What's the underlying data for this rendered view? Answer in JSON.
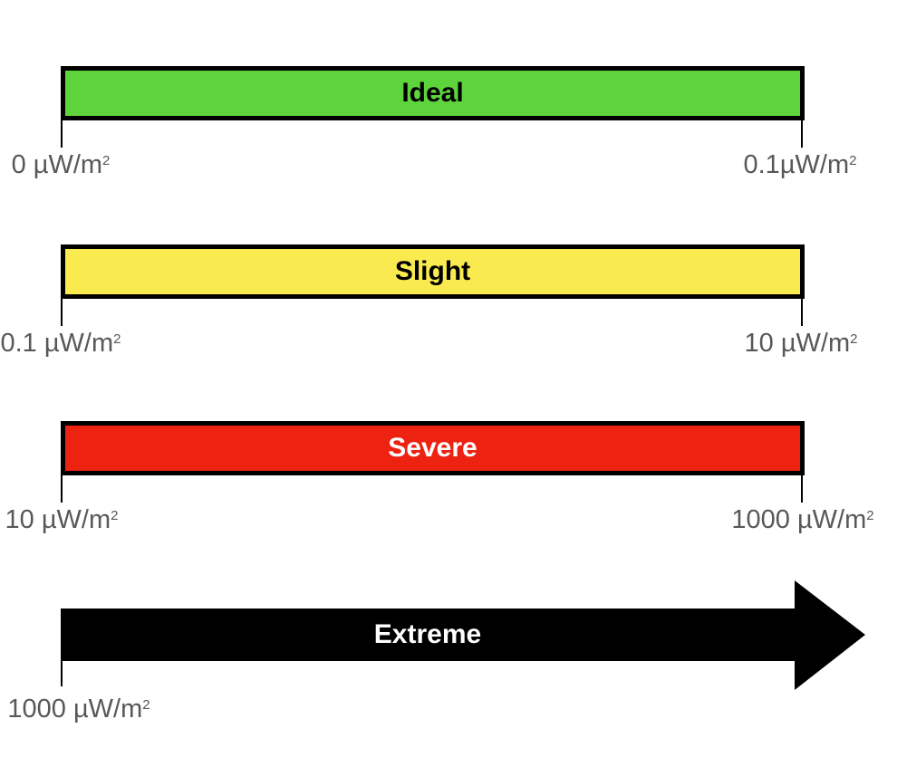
{
  "chart_data": {
    "type": "range-bands",
    "title": "",
    "unit": "µW/m²",
    "legend_position": "none",
    "grid": false,
    "bands": [
      {
        "label": "Ideal",
        "min": 0,
        "max": 0.1,
        "min_label": "0 µW/m²",
        "max_label": "0.1µW/m²",
        "color": "#5ed43c",
        "label_color": "#000000",
        "border_color": "#000000",
        "shape": "rectangle"
      },
      {
        "label": "Slight",
        "min": 0.1,
        "max": 10,
        "min_label": "0.1 µW/m²",
        "max_label": "10 µW/m²",
        "color": "#f9eb4f",
        "label_color": "#000000",
        "border_color": "#000000",
        "shape": "rectangle"
      },
      {
        "label": "Severe",
        "min": 10,
        "max": 1000,
        "min_label": "10 µW/m²",
        "max_label": "1000 µW/m²",
        "color": "#ee2211",
        "label_color": "#ffffff",
        "border_color": "#000000",
        "shape": "rectangle"
      },
      {
        "label": "Extreme",
        "min": 1000,
        "max": null,
        "open_ended": true,
        "min_label": "1000 µW/m²",
        "max_label": null,
        "color": "#000000",
        "label_color": "#ffffff",
        "shape": "arrow-right"
      }
    ],
    "colors": {
      "axis_label_gray": "#58585a",
      "tick_black": "#000000",
      "background": "#ffffff"
    }
  },
  "ticks": {
    "r1_left": {
      "text": "0 µW/m",
      "sup": "2"
    },
    "r1_right": {
      "text": "0.1µW/m",
      "sup": "2"
    },
    "r2_left": {
      "text": "0.1 µW/m",
      "sup": "2"
    },
    "r2_right": {
      "text": "10 µW/m",
      "sup": "2"
    },
    "r3_left": {
      "text": "10 µW/m",
      "sup": "2"
    },
    "r3_right": {
      "text": "1000 µW/m",
      "sup": "2"
    },
    "r4_left": {
      "text": "1000 µW/m",
      "sup": "2"
    }
  }
}
